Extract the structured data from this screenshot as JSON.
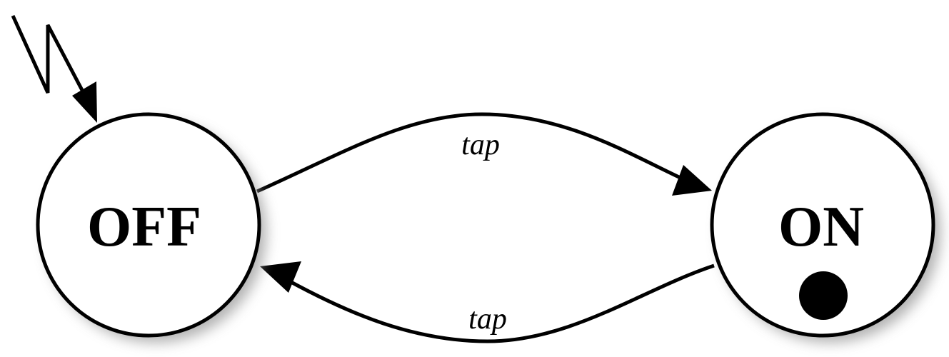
{
  "diagram": {
    "type": "state-machine",
    "states": [
      {
        "id": "off",
        "label": "OFF",
        "initial": true,
        "marker": false
      },
      {
        "id": "on",
        "label": "ON",
        "initial": false,
        "marker": true
      }
    ],
    "transitions": [
      {
        "from": "off",
        "to": "on",
        "label": "tap"
      },
      {
        "from": "on",
        "to": "off",
        "label": "tap"
      }
    ],
    "colors": {
      "stroke": "#000000",
      "fill": "#ffffff",
      "shadow": "#9a9a9a"
    }
  }
}
